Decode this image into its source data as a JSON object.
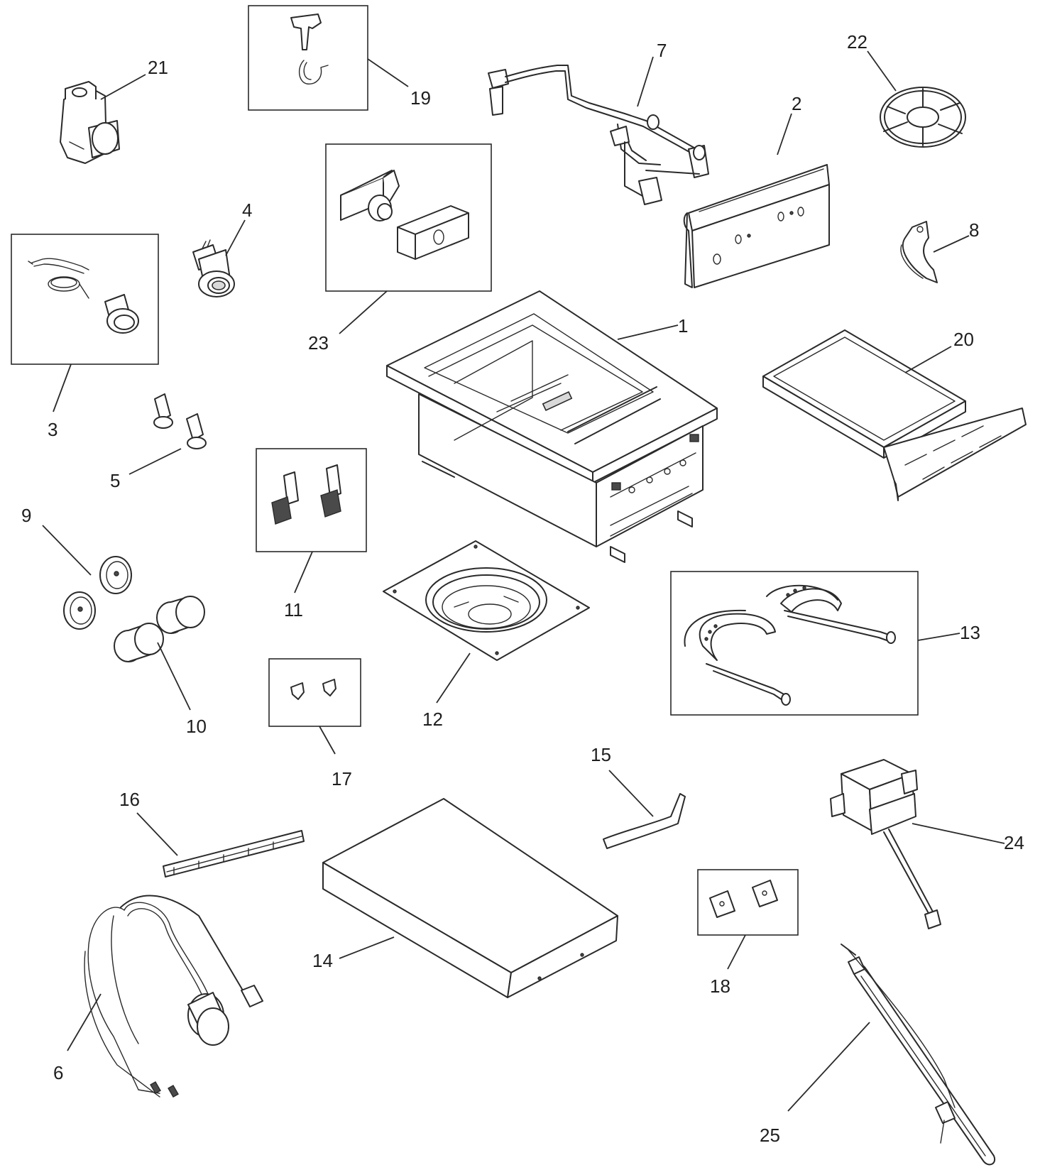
{
  "callouts": [
    "1",
    "2",
    "3",
    "4",
    "5",
    "6",
    "7",
    "8",
    "9",
    "10",
    "11",
    "12",
    "13",
    "14",
    "15",
    "16",
    "17",
    "18",
    "19",
    "20",
    "21",
    "22",
    "23",
    "24",
    "25"
  ],
  "icons": {
    "1": "grill-body-housing-icon",
    "2": "control-panel-bezel-icon",
    "3": "ignition-button-kit-icon",
    "4": "push-button-switch-icon",
    "5": "indicator-light-icon",
    "6": "wire-harness-icon",
    "7": "gas-manifold-valve-assembly-icon",
    "8": "mounting-clip-icon",
    "9": "knob-bezel-icon",
    "10": "control-knob-icon",
    "11": "valve-stem-icon",
    "12": "burner-plate-icon",
    "13": "burner-ring-icon",
    "14": "lid-cover-icon",
    "15": "handle-icon",
    "16": "hinge-icon",
    "17": "foot-bumper-icon",
    "18": "bracket-tab-icon",
    "19": "thumb-screw-wire-kit-icon",
    "20": "drip-tray-icon",
    "21": "regulator-icon",
    "22": "grate-icon",
    "23": "igniter-module-icon",
    "24": "transformer-box-icon",
    "25": "heating-element-cable-icon"
  },
  "colors": {
    "line": "#2a2a2a",
    "background": "#ffffff"
  }
}
